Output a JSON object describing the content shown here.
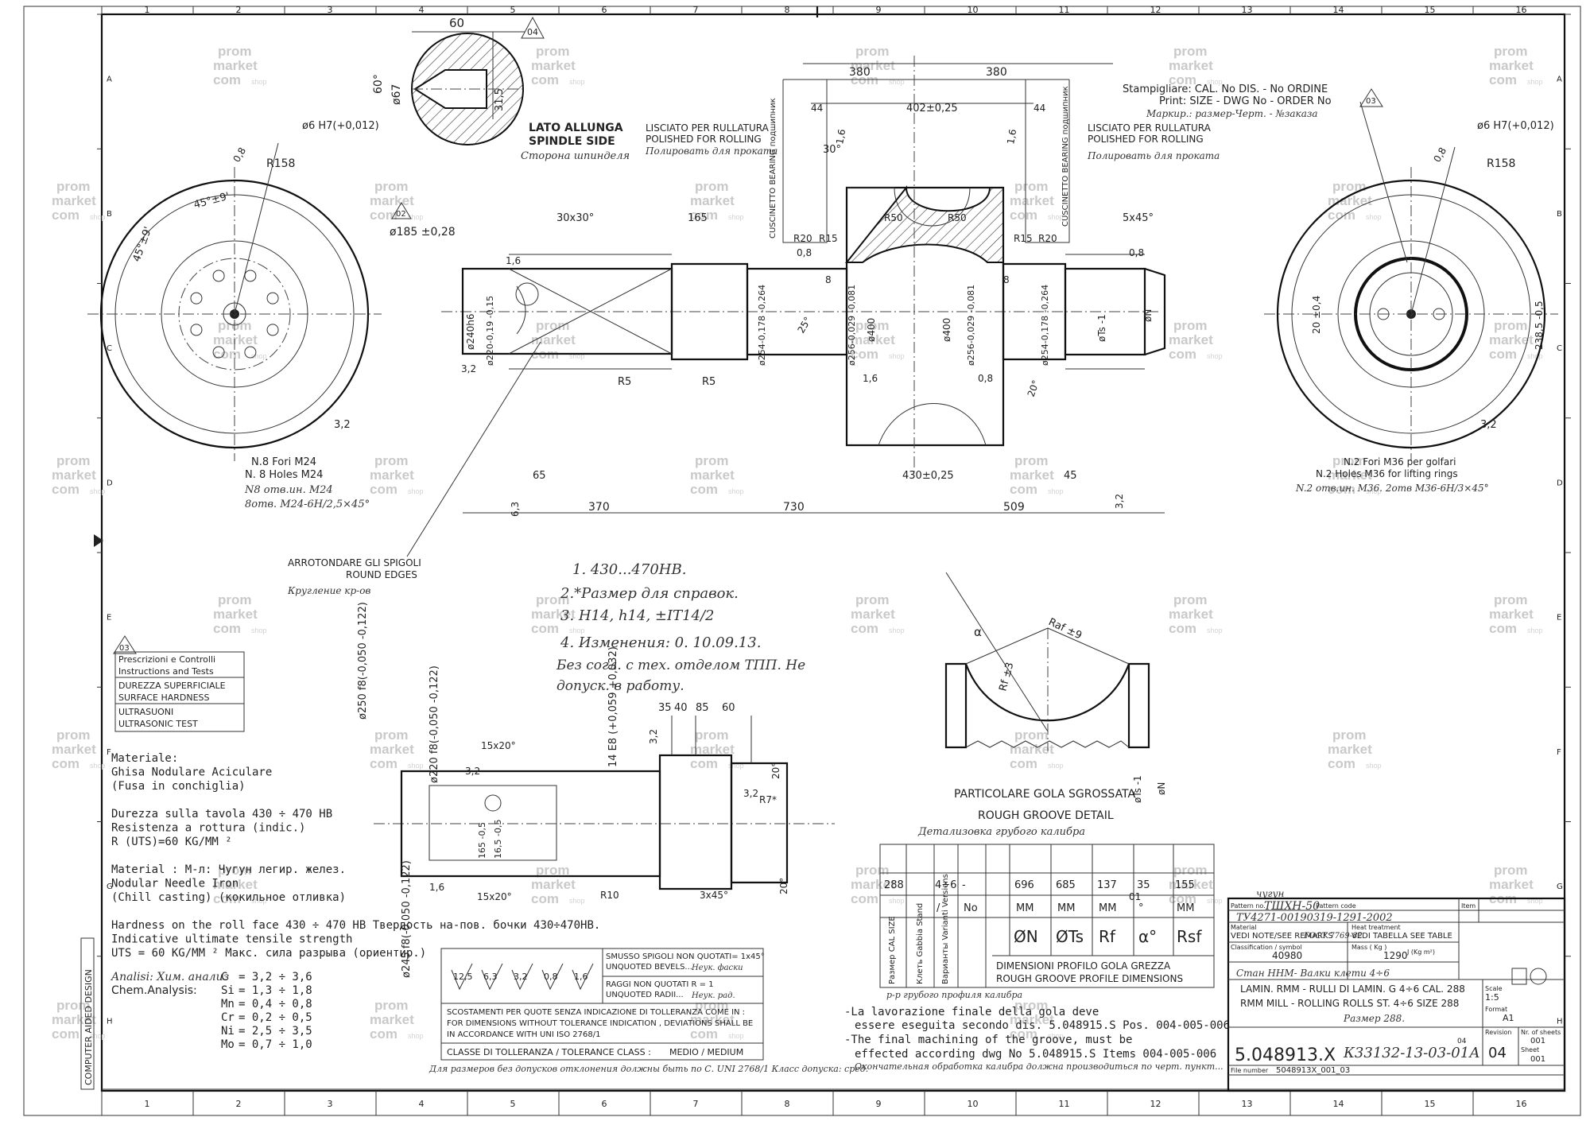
{
  "border": {
    "columns": [
      "1",
      "2",
      "3",
      "4",
      "5",
      "6",
      "7",
      "8",
      "9",
      "10",
      "11",
      "12",
      "13",
      "14",
      "15",
      "16"
    ],
    "rows": [
      "A",
      "B",
      "C",
      "D",
      "E",
      "F",
      "G",
      "H"
    ]
  },
  "watermark": {
    "line1": "prom",
    "line2": "market",
    "line3": "com",
    "suffix": "shop"
  },
  "section_view": {
    "dim_60": "60",
    "dim_60deg": "60°",
    "dim_67": "ø67",
    "dim_31_5": "31,5",
    "ref": "04",
    "label_it": "LATO ALLUNGA",
    "label_en": "SPINDLE SIDE",
    "label_ru": "Сторона шпинделя"
  },
  "left_end_view": {
    "dim_bore": "ø6 H7(+0,012)",
    "dim_r158": "R158",
    "dim_08": "0,8",
    "dim_45a": "45°±9'",
    "dim_45b": "45°±9'",
    "ref": "02",
    "dim_185": "ø185 ±0,28",
    "dim_32": "3,2",
    "holes_it": "N.8 Fori M24",
    "holes_en": "N. 8 Holes M24",
    "holes_ru1": "N8 отв.ин. M24",
    "holes_ru2": "8отв. M24-6H/2,5×45°"
  },
  "right_end_view": {
    "dim_bore": "ø6 H7(+0,012)",
    "dim_r158": "R158",
    "dim_08": "0,8",
    "dim_20": "20 ±0,4",
    "dim_238": "238,5 -0,5",
    "dim_32": "3,2",
    "holes_it": "N.2 Fori M36 per golfari",
    "holes_en": "N.2 Holes M36 for lifting rings",
    "holes_ru": "N.2 отв.ин. M36. 2отв M36-6H/3×45°"
  },
  "stamping": {
    "it": "Stampigliare: CAL. No DIS. - No ORDINE",
    "en": "Print: SIZE - DWG No - ORDER No",
    "ru": "Маркир.: размер-Черт. - №заказа",
    "ref": "03"
  },
  "main_view": {
    "dim_380a": "380",
    "dim_380b": "380",
    "dim_402": "402±0,25",
    "dim_44a": "44",
    "dim_44b": "44",
    "polish_left_it": "LISCIATO PER RULLATURA",
    "polish_left_en": "POLISHED FOR ROLLING",
    "polish_left_ru": "Полировать для проката",
    "polish_right_it": "LISCIATO PER RULLATURA",
    "polish_right_en": "POLISHED FOR ROLLING",
    "polish_right_ru": "Полировать для проката",
    "bearing_left": "CUSCINETTO BEARING подшипник",
    "bearing_right": "CUSCINETTO BEARING подшипник",
    "dim_30deg": "30°",
    "dim_16a": "1,6",
    "dim_16b": "1,6",
    "dim_30x30": "30x30°",
    "dim_165": "165",
    "dim_5x45": "5x45°",
    "dim_r50a": "R50",
    "dim_r50b": "R50",
    "dim_r20a": "R20",
    "dim_r15a": "R15",
    "dim_r15b": "R15",
    "dim_r20b": "R20",
    "dim_08a": "0,8",
    "dim_08b": "0,8",
    "dim_08c": "0,8",
    "dim_8a": "8",
    "dim_8b": "8",
    "dim_16c": "1,6",
    "dim_16d": "1,6",
    "d_240": "ø240h6",
    "d_220": "ø220-0,19 -0,15",
    "d_254a": "ø254-0,178 -0,264",
    "d_256a": "ø256-0,029 -0,081",
    "d_400a": "ø400",
    "d_400b": "ø400",
    "d_256b": "ø256-0,029 -0,081",
    "d_254b": "ø254-0,178 -0,264",
    "d_ts": "øTs -1",
    "d_n": "øN",
    "dim_25a": "25°",
    "dim_20": "20°",
    "dim_32": "3,2",
    "dim_r5a": "R5",
    "dim_r5b": "R5",
    "dim_65": "65",
    "dim_430": "430±0,25",
    "dim_45": "45",
    "dim_370": "370",
    "dim_730": "730",
    "dim_509": "509",
    "dim_63": "6,3",
    "dim_32b": "3,2",
    "round_it": "ARROTONDARE GLI SPIGOLI",
    "round_en": "ROUND EDGES",
    "round_ru": "Кругление кр-ов"
  },
  "notes_ru": {
    "line1": "1. 430...470HB.",
    "line2": "2.*Размер для справок.",
    "line3": "3. H14, h14, ±IT14/2",
    "line4": "4. Изменения: 0. 10.09.13.",
    "line5": "Без согл. с тех. отделом ТПП. Не",
    "line6": "допуск. в работу."
  },
  "instructions": {
    "ref": "03",
    "rows": [
      "Prescrizioni e Controlli",
      "Instructions and Tests",
      "DUREZZA SUPERFICIALE",
      "SURFACE HARDNESS",
      "ULTRASUONI",
      "ULTRASONIC TEST"
    ]
  },
  "material": {
    "lines": [
      "Materiale:",
      "Ghisa Nodulare Aciculare",
      "(Fusa in conchiglia)",
      "",
      "Durezza sulla tavola 430 ÷ 470 HB",
      "Resistenza a rottura (indic.)",
      "R (UTS)=60 KG/MM ²",
      "",
      "Material : М-л: Чугун легир. желез.",
      "Nodular Needle Iron",
      "(Chill casting) (кокильное отливка)",
      "",
      "Hardness on the roll face 430 ÷ 470 HB  Твердость на-пов. бочки 430÷470HB.",
      "Indicative ultimate tensile strength",
      "UTS =   60 KG/MM ² Макс. сила разрыва (ориентир.)"
    ],
    "analysis_label": "Analisi: Хим. анализ",
    "chem_label": "Chem.Analysis:",
    "elements": [
      {
        "el": "C",
        "range": "= 3,2 ÷ 3,6"
      },
      {
        "el": "Si",
        "range": "= 1,3 ÷ 1,8"
      },
      {
        "el": "Mn",
        "range": "= 0,4 ÷ 0,8"
      },
      {
        "el": "Cr",
        "range": "= 0,2 ÷ 0,5"
      },
      {
        "el": "Ni",
        "range": "= 2,5 ÷ 3,5"
      },
      {
        "el": "Mo",
        "range": "= 0,7 ÷ 1,0"
      }
    ],
    "cad": "COMPUTER AIDED DESIGN"
  },
  "shaft_detail": {
    "d_250": "ø250 f8(-0,050 -0,122)",
    "d_220": "ø220 f8(-0,050 -0,122)",
    "d_245": "ø245 f8(-0,050 -0,122)",
    "e8": "14 E8 (+0,059 +0,032)",
    "dim_35": "35",
    "dim_40": "40",
    "dim_85": "85",
    "dim_60": "60",
    "dim_15x20a": "15x20°",
    "dim_15x20b": "15x20°",
    "dim_32a": "3,2",
    "dim_32b": "3,2",
    "dim_32c": "3,2",
    "dim_20": "20°",
    "dim_20b": "20°",
    "dim_r7": "R7*",
    "dim_r10": "R10",
    "dim_3x45": "3x45°",
    "dim_16": "1,6",
    "dim_inner": "165 -0,5",
    "dim_16_5": "16,5 -0,5"
  },
  "roughness": {
    "symbols": [
      "12,5",
      "6,3",
      "3,2",
      "0,8",
      "1,6"
    ],
    "bevel_it": "SMUSSO SPIGOLI NON QUOTATI= 1x45°",
    "bevel_en": "UNQUOTED BEVELS...",
    "bevel_ru": "Неук. фаски",
    "radii_it": "RAGGI NON QUOTATI R = 1",
    "radii_en": "UNQUOTED RADII...",
    "radii_ru": "Неук. рад.",
    "tol_it": "SCOSTAMENTI PER QUOTE SENZA INDICAZIONE DI TOLLERANZA COME IN :",
    "tol_en1": "FOR DIMENSIONS WITHOUT TOLERANCE INDICATION , DEVIATIONS SHALL BE",
    "tol_en2": "IN ACCORDANCE WITH              UNI ISO 2768/1",
    "class": "CLASSE DI TOLLERANZA / TOLERANCE CLASS :",
    "class_val": "MEDIO  /  MEDIUM",
    "ru_note": "Для размеров без допусков отклонения должны быть по С. UNI 2768/1    Класс допуска: сред."
  },
  "groove_detail": {
    "raf": "Raf ±9",
    "rf": "Rf ±3",
    "alpha": "α",
    "title_it": "PARTICOLARE GOLA SGROSSATA",
    "title_en": "ROUGH GROOVE DETAIL",
    "title_ru": "Детализовка грубого калибра",
    "d_ts": "øTs -1",
    "d_n": "øN"
  },
  "groove_table": {
    "row_288": "288",
    "values": [
      "4÷6",
      "-",
      "696",
      "685",
      "137",
      "35",
      "155"
    ],
    "units": [
      "/",
      "No",
      "MM",
      "MM",
      "MM",
      "°",
      "MM"
    ],
    "symbols": [
      "ØN",
      "ØTs",
      "Rf",
      "α°",
      "Rsf"
    ],
    "col_labels": [
      "Размер CAL SIZE",
      "Клеть Gabbia Stand",
      "Варианты Varianti Versions"
    ],
    "caption_it": "DIMENSIONI PROFILO GOLA GREZZA",
    "caption_en": "ROUGH GROOVE PROFILE DIMENSIONS",
    "ru_note": "р-р грубого профиля калибра"
  },
  "final_notes": {
    "line1": "-La lavorazione finale della gola deve",
    "line2": "essere eseguita secondo dis. 5.048915.S Pos. 004-005-006",
    "line3": "-The final machining of the groove, must be",
    "line4": "effected according dwg No 5.048915.S Items 004-005-006",
    "line5": "Окончательная обработка калибра должна производиться по черт. пункт..."
  },
  "title_block": {
    "pattern_lbl": "Pattern no.",
    "pattern_code_lbl": "Pattern code",
    "pattern": "ТШХН-50",
    "pattern_ru": "чугун",
    "spec": "ТУ4271-00190319-1291-2002",
    "material_lbl": "Material",
    "treatment_lbl": "Heat treatment",
    "notes": "VEDI NOTE/SEE REMARKS",
    "std": "ГОСТ 7769-82",
    "see_table": "VEDI TABELLA SEE TABLE",
    "class_lbl": "Classification / symbol",
    "mass_lbl": "Mass ( Kg )",
    "class_val": "40980",
    "mass_val": "1290",
    "inertia": "J (Kg m²)",
    "ru_name": "Стан ННМ- Валки клети 4÷6",
    "name_it": "LAMIN. RMM - RULLI DI LAMIN. G 4÷6 CAL. 288",
    "name_en": "RMM MILL - ROLLING ROLLS ST. 4÷6 SIZE 288",
    "ru_size": "Размер 288.",
    "scale_lbl": "Scale",
    "scale": "1:5",
    "format_lbl": "Format",
    "format": "A1",
    "dwg_no": "5.048913.X",
    "alt_no": "К33132-13-03-01А",
    "rev_lbl": "Revision",
    "rev": "04",
    "sheets_lbl": "Nr. of sheets",
    "sheets": "001",
    "sheet_lbl": "Sheet",
    "sheet": "001",
    "file_lbl": "File number",
    "file": "5048913X_001_03",
    "item_lbl": "Item"
  },
  "ref_01": "01",
  "ref_04b": "04"
}
